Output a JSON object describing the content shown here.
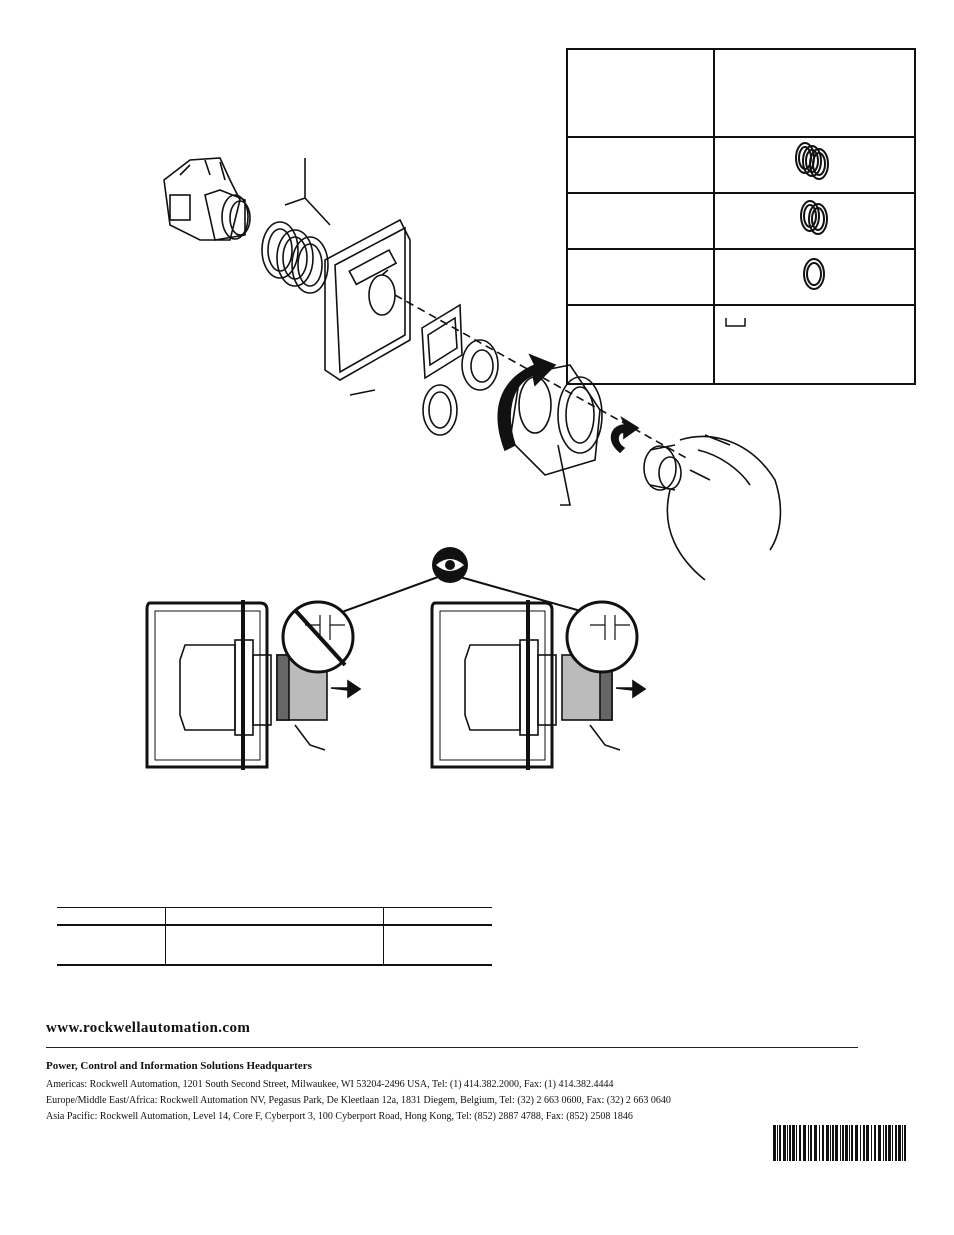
{
  "footer": {
    "website": "www.rockwellautomation.com",
    "hq_title": "Power, Control and Information Solutions Headquarters",
    "addresses": {
      "americas": "Americas: Rockwell Automation, 1201 South Second Street, Milwaukee, WI 53204-2496 USA, Tel: (1) 414.382.2000, Fax: (1) 414.382.4444",
      "emea": "Europe/Middle East/Africa: Rockwell Automation NV, Pegasus Park, De Kleetlaan 12a, 1831 Diegem, Belgium, Tel: (32) 2 663 0600, Fax: (32) 2 663 0640",
      "asia": "Asia Pacific: Rockwell Automation, Level 14, Core F, Cyberport 3, 100 Cyberport Road, Hong Kong, Tel: (852) 2887 4788, Fax: (852) 2508 1846"
    }
  },
  "icons": {
    "eye": "eye-icon",
    "prohibited": "no-entry-icon",
    "rotate": "rotate-arrow-icon",
    "barcode": "barcode-icon"
  }
}
